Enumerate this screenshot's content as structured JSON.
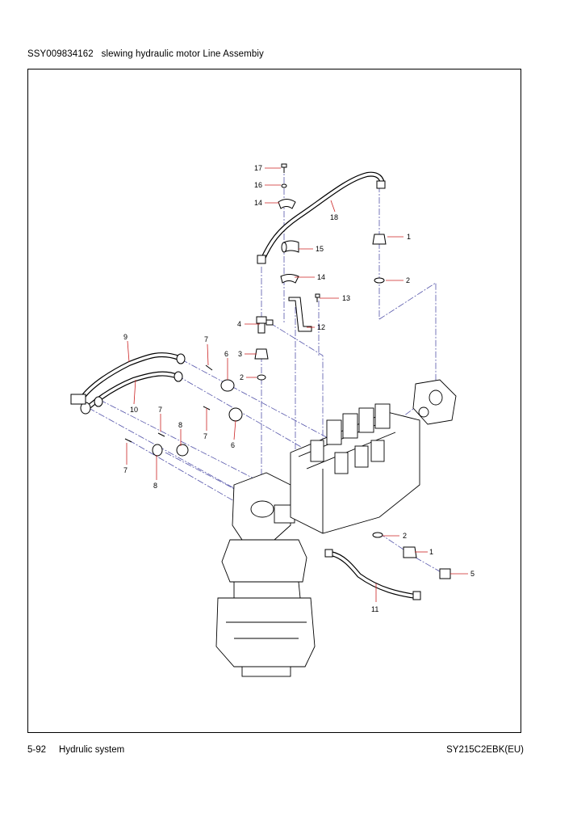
{
  "header": {
    "title": "SSY009834162   slewing hydraulic motor Line Assembiy"
  },
  "footer": {
    "page": "5-92",
    "section": "Hydrulic system",
    "model": "SY215C2EBK(EU)"
  },
  "callouts": [
    {
      "id": "c17",
      "text": "17"
    },
    {
      "id": "c16",
      "text": "16"
    },
    {
      "id": "c14a",
      "text": "14"
    },
    {
      "id": "c18",
      "text": "18"
    },
    {
      "id": "c1a",
      "text": "1"
    },
    {
      "id": "c15",
      "text": "15"
    },
    {
      "id": "c14b",
      "text": "14"
    },
    {
      "id": "c2a",
      "text": "2"
    },
    {
      "id": "c13",
      "text": "13"
    },
    {
      "id": "c4",
      "text": "4"
    },
    {
      "id": "c12",
      "text": "12"
    },
    {
      "id": "c9",
      "text": "9"
    },
    {
      "id": "c7a",
      "text": "7"
    },
    {
      "id": "c6a",
      "text": "6"
    },
    {
      "id": "c3",
      "text": "3"
    },
    {
      "id": "c2b",
      "text": "2"
    },
    {
      "id": "c10",
      "text": "10"
    },
    {
      "id": "c7b",
      "text": "7"
    },
    {
      "id": "c7c",
      "text": "7"
    },
    {
      "id": "c8a",
      "text": "8"
    },
    {
      "id": "c6b",
      "text": "6"
    },
    {
      "id": "c7d",
      "text": "7"
    },
    {
      "id": "c8b",
      "text": "8"
    },
    {
      "id": "c2c",
      "text": "2"
    },
    {
      "id": "c1b",
      "text": "1"
    },
    {
      "id": "c5",
      "text": "5"
    },
    {
      "id": "c11",
      "text": "11"
    }
  ]
}
